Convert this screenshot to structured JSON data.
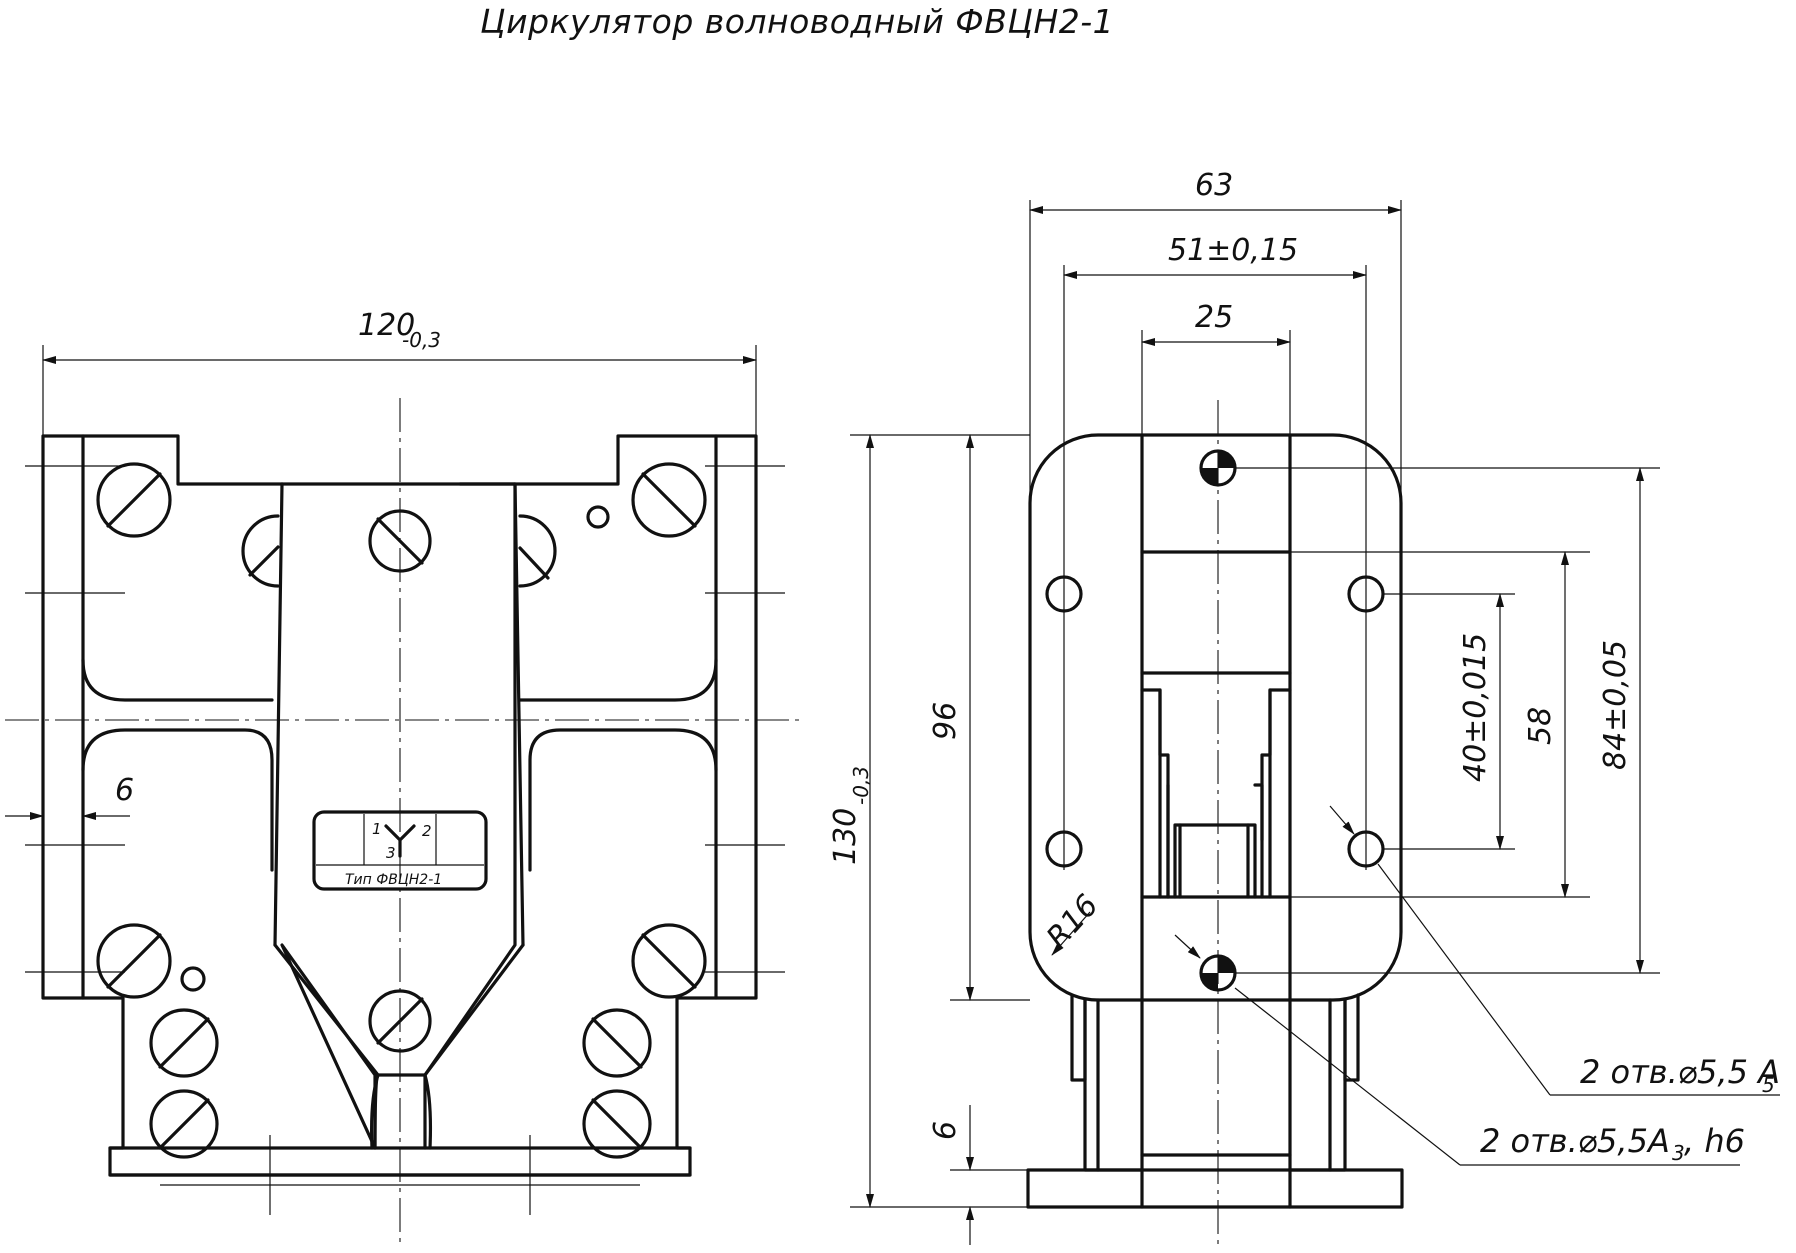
{
  "title": "Циркулятор волноводный ФВЦН2-1",
  "left_view": {
    "dim_width": "120",
    "dim_width_tol": "-0,3",
    "dim_wall": "6",
    "plate_port1": "1",
    "plate_port2": "2",
    "plate_port3": "3",
    "plate_type": "Тип ФВЦН2-1"
  },
  "right_view": {
    "dim_63": "63",
    "dim_51": "51±0,15",
    "dim_25": "25",
    "dim_96": "96",
    "dim_130": "130",
    "dim_130_tol": "-0,3",
    "dim_6": "6",
    "dim_40": "40±0,015",
    "dim_58": "58",
    "dim_84": "84±0,05",
    "dim_r16": "R16",
    "note_holes_a5_main": "2 отв.⌀5,5 A",
    "note_holes_a5_sub": "5",
    "note_holes_a3_main": "2 отв.⌀5,5A",
    "note_holes_a3_sub": "3",
    "note_holes_a3_tail": ", h6"
  }
}
